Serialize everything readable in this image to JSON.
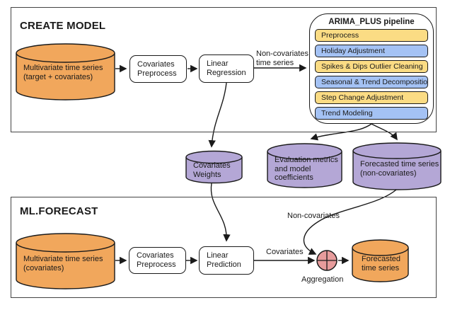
{
  "colors": {
    "orange": "#F1A75C",
    "yellow": "#FBD155",
    "green": "#93C47D",
    "purple": "#B4A7D6",
    "blue": "#A4C2F4",
    "pipeline_yellow": "#FBDC84",
    "aggregation_red": "#E79C9C",
    "line": "#1a1a1a"
  },
  "create_model": {
    "title": "CREATE MODEL",
    "source_cylinder": "Multivariate time series\n(target + covariates)",
    "covariates_preprocess": "Covariates\nPreprocess",
    "linear_regression": "Linear\nRegression",
    "non_covariates_label": "Non-covariates\ntime series",
    "pipeline": {
      "title": "ARIMA_PLUS pipeline",
      "steps": [
        {
          "label": "Preprocess",
          "color": "yellow"
        },
        {
          "label": "Holiday Adjustment",
          "color": "blue"
        },
        {
          "label": "Spikes & Dips Outlier Cleaning",
          "color": "yellow"
        },
        {
          "label": "Seasonal & Trend Decomposition",
          "color": "blue"
        },
        {
          "label": "Step Change Adjustment",
          "color": "yellow"
        },
        {
          "label": "Trend Modeling",
          "color": "blue"
        }
      ]
    }
  },
  "outputs": {
    "covariates_weights": "Covariates\nWeights",
    "evaluation_metrics": "Evaluation metrics\nand model\ncoefficients",
    "forecasted_non_covariates": "Forecasted time series\n(non-covariates)"
  },
  "ml_forecast": {
    "title": "ML.FORECAST",
    "source_cylinder": "Multivariate time series\n(covariates)",
    "covariates_preprocess": "Covariates\nPreprocess",
    "linear_prediction": "Linear\nPrediction",
    "covariates_label": "Covariates",
    "non_covariates_label": "Non-covariates",
    "aggregation_label": "Aggregation",
    "forecasted_cylinder": "Forecasted\ntime series"
  }
}
